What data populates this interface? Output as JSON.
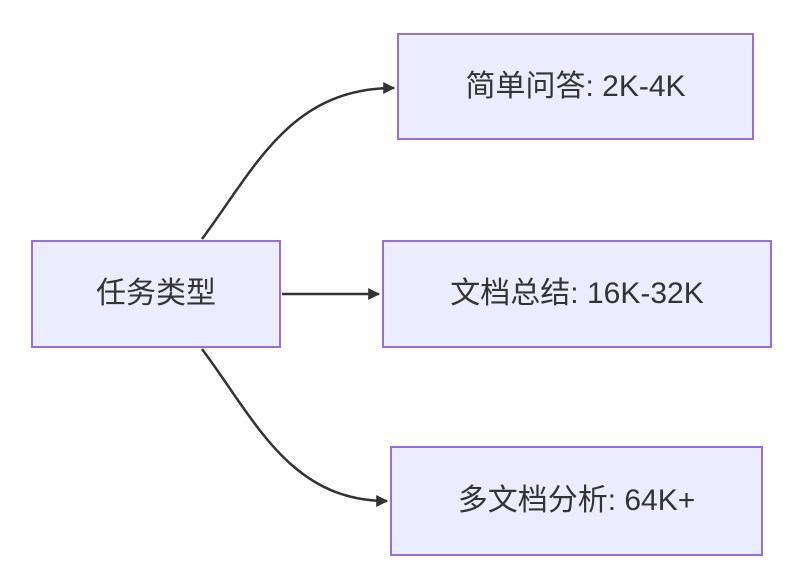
{
  "diagram": {
    "type": "flowchart",
    "direction": "left-to-right",
    "nodes": [
      {
        "id": "task-type",
        "label": "任务类型"
      },
      {
        "id": "simple-qa",
        "label": "简单问答: 2K-4K"
      },
      {
        "id": "doc-summary",
        "label": "文档总结: 16K-32K"
      },
      {
        "id": "multi-doc-analysis",
        "label": "多文档分析: 64K+"
      }
    ],
    "edges": [
      {
        "from": "task-type",
        "to": "simple-qa",
        "style": "curved-arrow"
      },
      {
        "from": "task-type",
        "to": "doc-summary",
        "style": "straight-arrow"
      },
      {
        "from": "task-type",
        "to": "multi-doc-analysis",
        "style": "curved-arrow"
      }
    ],
    "colors": {
      "node_fill": "#ECECFF",
      "node_border": "#9370DB",
      "edge": "#333333",
      "text": "#333333",
      "background": "#FFFFFF"
    }
  }
}
